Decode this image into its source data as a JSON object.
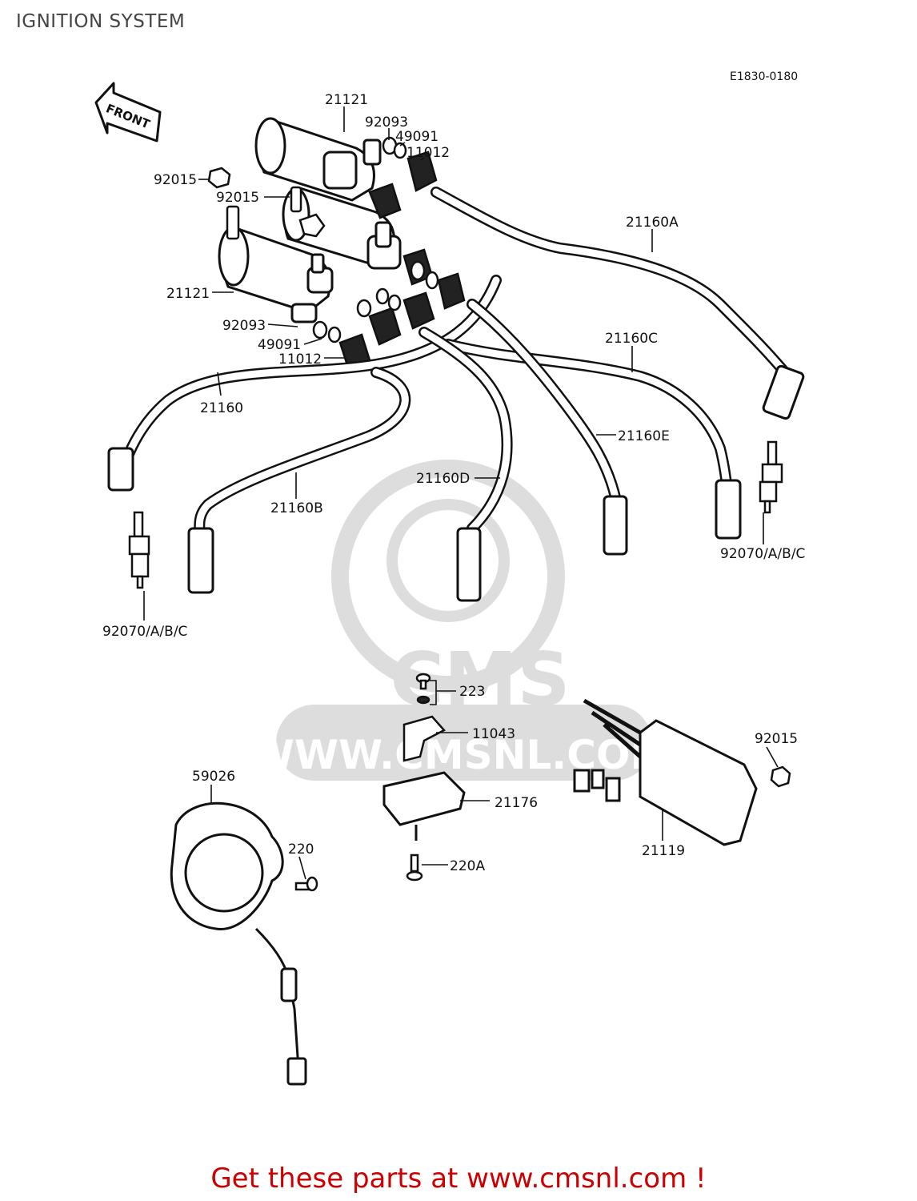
{
  "header": {
    "title": "IGNITION SYSTEM"
  },
  "diagram": {
    "ref_code": "E1830-0180",
    "front_arrow_text": "FRONT",
    "labels": {
      "coil_top": "21121",
      "washer_top": "92093",
      "spacer_top": "49091",
      "cap_top": "11012",
      "nut_left": "92015",
      "nut_mid": "92015",
      "lead_a": "21160A",
      "coil_bottom": "21121",
      "washer_bottom": "92093",
      "spacer_bottom": "49091",
      "cap_bottom": "11012",
      "lead_c": "21160C",
      "lead_main": "21160",
      "lead_e": "21160E",
      "lead_d": "21160D",
      "lead_b": "21160B",
      "plug_right": "92070/A/B/C",
      "plug_left": "92070/A/B/C",
      "screw_223": "223",
      "bracket": "11043",
      "nut_right": "92015",
      "pickup": "59026",
      "bolt_220": "220",
      "unit_box": "21176",
      "bolt_220a": "220A",
      "igniter": "21119"
    }
  },
  "watermark": {
    "brand": "CMS",
    "site": "WWW.CMSNL.COM"
  },
  "footer": {
    "text": "Get these parts at www.cmsnl.com !",
    "color": "#cc0000"
  }
}
